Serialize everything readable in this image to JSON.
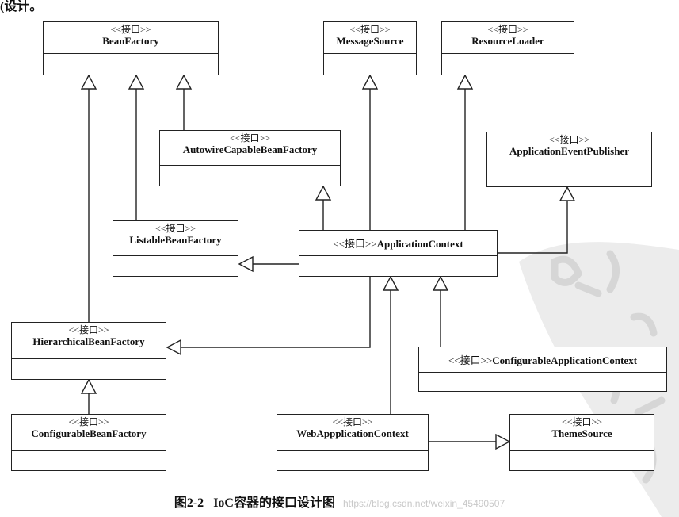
{
  "page": {
    "top_text": "(设计。",
    "caption_label": "图2-2",
    "caption_title": "IoC容器的接口设计图",
    "watermark": "https://blog.csdn.net/weixin_45490507"
  },
  "stereotype": "<<接口>>",
  "boxes": {
    "beanFactory": {
      "name": "BeanFactory"
    },
    "messageSource": {
      "name": "MessageSource"
    },
    "resourceLoader": {
      "name": "ResourceLoader"
    },
    "autowire": {
      "name": "AutowireCapableBeanFactory"
    },
    "eventPublisher": {
      "name": "ApplicationEventPublisher"
    },
    "listable": {
      "name": "ListableBeanFactory"
    },
    "applicationContext": {
      "name": "ApplicationContext"
    },
    "hierarchical": {
      "name": "HierarchicalBeanFactory"
    },
    "configurableAppCtx": {
      "name": "ConfigurableApplicationContext"
    },
    "configurableBF": {
      "name": "ConfigurableBeanFactory"
    },
    "webAppCtx": {
      "name": "WebAppplicationContext"
    },
    "themeSource": {
      "name": "ThemeSource"
    }
  }
}
